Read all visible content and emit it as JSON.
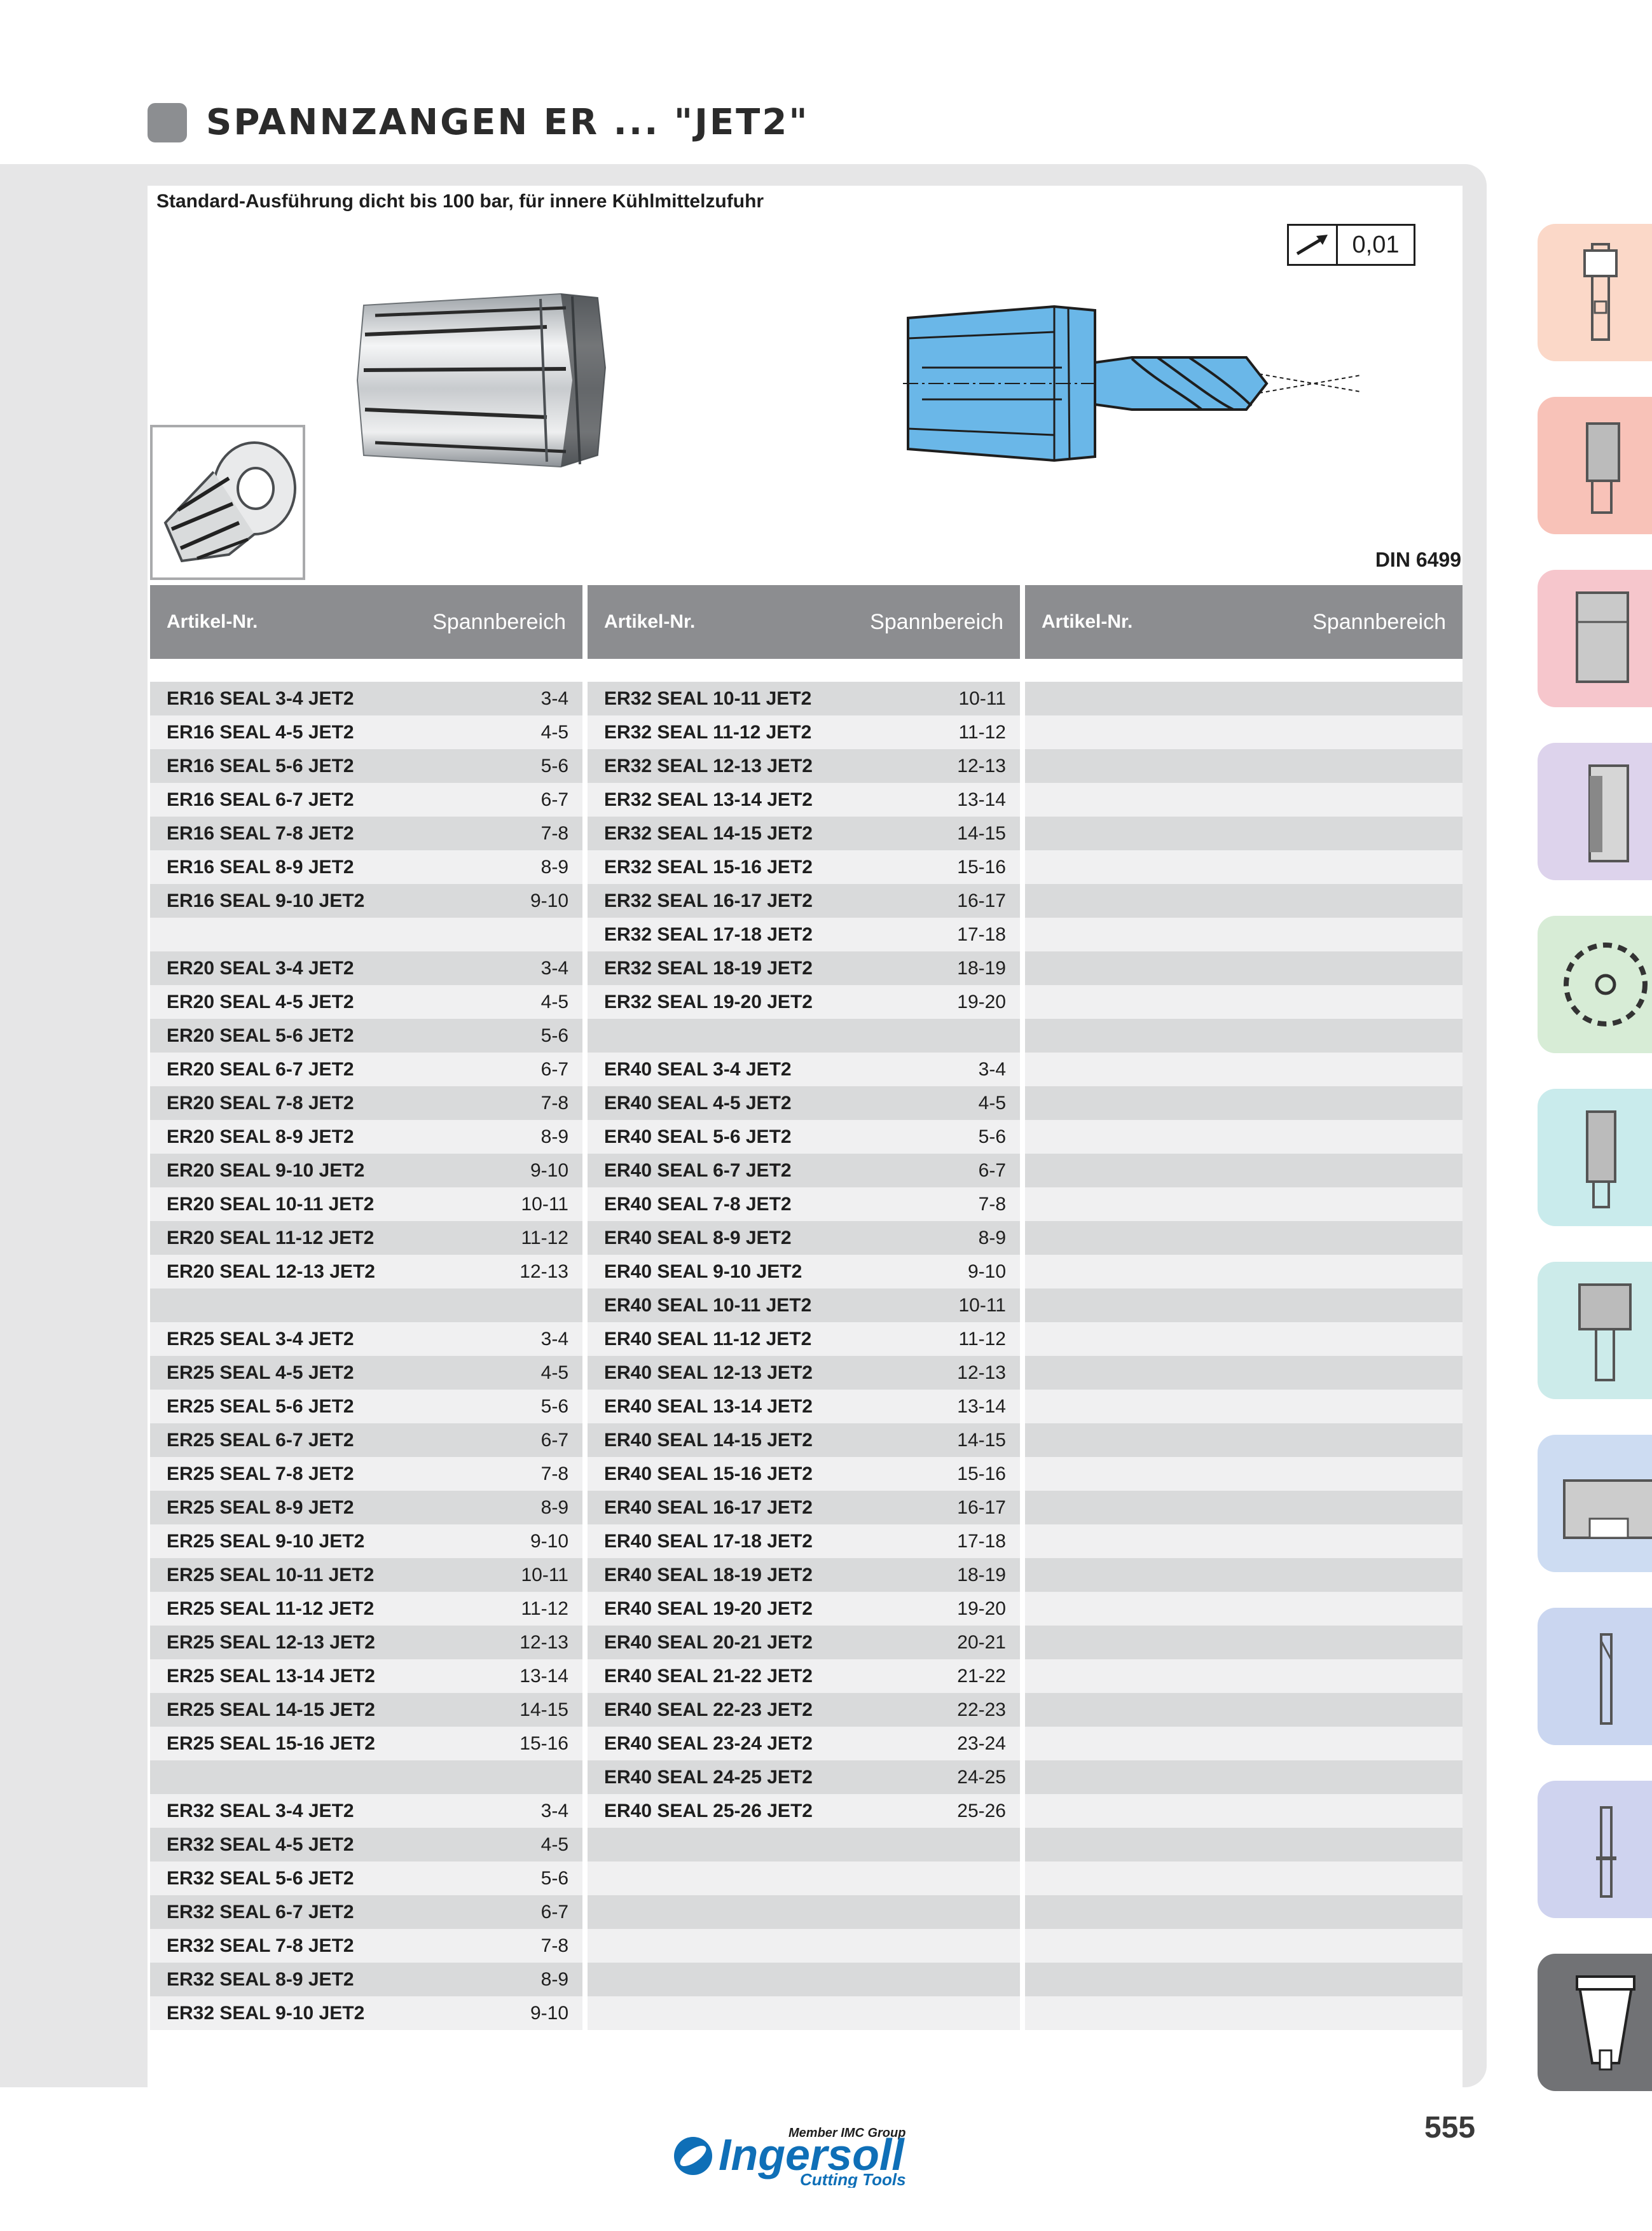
{
  "header": {
    "title": "SPANNZANGEN ER ... \"JET2\""
  },
  "intro": {
    "subtitle": "Standard-Ausführung dicht bis 100 bar, für innere Kühlmittelzufuhr",
    "tolerance_value": "0,01",
    "standard": "DIN 6499"
  },
  "table": {
    "headers": [
      {
        "article": "Artikel-Nr.",
        "range": "Spannbereich"
      },
      {
        "article": "Artikel-Nr.",
        "range": "Spannbereich"
      },
      {
        "article": "Artikel-Nr.",
        "range": "Spannbereich"
      }
    ],
    "columns": [
      [
        [
          "ER16 SEAL 3-4 JET2",
          "3-4"
        ],
        [
          "ER16 SEAL 4-5 JET2",
          "4-5"
        ],
        [
          "ER16 SEAL 5-6 JET2",
          "5-6"
        ],
        [
          "ER16 SEAL 6-7 JET2",
          "6-7"
        ],
        [
          "ER16 SEAL 7-8 JET2",
          "7-8"
        ],
        [
          "ER16 SEAL 8-9 JET2",
          "8-9"
        ],
        [
          "ER16 SEAL 9-10 JET2",
          "9-10"
        ],
        [
          "",
          ""
        ],
        [
          "ER20 SEAL 3-4 JET2",
          "3-4"
        ],
        [
          "ER20 SEAL 4-5 JET2",
          "4-5"
        ],
        [
          "ER20 SEAL 5-6 JET2",
          "5-6"
        ],
        [
          "ER20 SEAL 6-7 JET2",
          "6-7"
        ],
        [
          "ER20 SEAL 7-8 JET2",
          "7-8"
        ],
        [
          "ER20 SEAL 8-9 JET2",
          "8-9"
        ],
        [
          "ER20 SEAL 9-10 JET2",
          "9-10"
        ],
        [
          "ER20 SEAL 10-11 JET2",
          "10-11"
        ],
        [
          "ER20 SEAL 11-12 JET2",
          "11-12"
        ],
        [
          "ER20 SEAL 12-13 JET2",
          "12-13"
        ],
        [
          "",
          ""
        ],
        [
          "ER25 SEAL 3-4 JET2",
          "3-4"
        ],
        [
          "ER25 SEAL 4-5 JET2",
          "4-5"
        ],
        [
          "ER25 SEAL 5-6 JET2",
          "5-6"
        ],
        [
          "ER25 SEAL 6-7 JET2",
          "6-7"
        ],
        [
          "ER25 SEAL 7-8 JET2",
          "7-8"
        ],
        [
          "ER25 SEAL 8-9 JET2",
          "8-9"
        ],
        [
          "ER25 SEAL 9-10 JET2",
          "9-10"
        ],
        [
          "ER25 SEAL 10-11 JET2",
          "10-11"
        ],
        [
          "ER25 SEAL 11-12 JET2",
          "11-12"
        ],
        [
          "ER25 SEAL 12-13 JET2",
          "12-13"
        ],
        [
          "ER25 SEAL 13-14 JET2",
          "13-14"
        ],
        [
          "ER25 SEAL 14-15 JET2",
          "14-15"
        ],
        [
          "ER25 SEAL 15-16 JET2",
          "15-16"
        ],
        [
          "",
          ""
        ],
        [
          "ER32 SEAL 3-4 JET2",
          "3-4"
        ],
        [
          "ER32 SEAL 4-5 JET2",
          "4-5"
        ],
        [
          "ER32 SEAL 5-6 JET2",
          "5-6"
        ],
        [
          "ER32 SEAL 6-7 JET2",
          "6-7"
        ],
        [
          "ER32 SEAL 7-8 JET2",
          "7-8"
        ],
        [
          "ER32 SEAL 8-9 JET2",
          "8-9"
        ],
        [
          "ER32 SEAL 9-10 JET2",
          "9-10"
        ]
      ],
      [
        [
          "ER32 SEAL 10-11 JET2",
          "10-11"
        ],
        [
          "ER32 SEAL 11-12 JET2",
          "11-12"
        ],
        [
          "ER32 SEAL 12-13 JET2",
          "12-13"
        ],
        [
          "ER32 SEAL 13-14 JET2",
          "13-14"
        ],
        [
          "ER32 SEAL 14-15 JET2",
          "14-15"
        ],
        [
          "ER32 SEAL 15-16 JET2",
          "15-16"
        ],
        [
          "ER32 SEAL 16-17 JET2",
          "16-17"
        ],
        [
          "ER32 SEAL 17-18 JET2",
          "17-18"
        ],
        [
          "ER32 SEAL 18-19 JET2",
          "18-19"
        ],
        [
          "ER32 SEAL 19-20 JET2",
          "19-20"
        ],
        [
          "",
          ""
        ],
        [
          "ER40 SEAL 3-4 JET2",
          "3-4"
        ],
        [
          "ER40 SEAL 4-5 JET2",
          "4-5"
        ],
        [
          "ER40 SEAL 5-6 JET2",
          "5-6"
        ],
        [
          "ER40 SEAL 6-7 JET2",
          "6-7"
        ],
        [
          "ER40 SEAL 7-8 JET2",
          "7-8"
        ],
        [
          "ER40 SEAL 8-9 JET2",
          "8-9"
        ],
        [
          "ER40 SEAL 9-10 JET2",
          "9-10"
        ],
        [
          "ER40 SEAL 10-11 JET2",
          "10-11"
        ],
        [
          "ER40 SEAL 11-12 JET2",
          "11-12"
        ],
        [
          "ER40 SEAL 12-13 JET2",
          "12-13"
        ],
        [
          "ER40 SEAL 13-14 JET2",
          "13-14"
        ],
        [
          "ER40 SEAL 14-15 JET2",
          "14-15"
        ],
        [
          "ER40 SEAL 15-16 JET2",
          "15-16"
        ],
        [
          "ER40 SEAL 16-17 JET2",
          "16-17"
        ],
        [
          "ER40 SEAL 17-18 JET2",
          "17-18"
        ],
        [
          "ER40 SEAL 18-19 JET2",
          "18-19"
        ],
        [
          "ER40 SEAL 19-20 JET2",
          "19-20"
        ],
        [
          "ER40 SEAL 20-21 JET2",
          "20-21"
        ],
        [
          "ER40 SEAL 21-22 JET2",
          "21-22"
        ],
        [
          "ER40 SEAL 22-23 JET2",
          "22-23"
        ],
        [
          "ER40 SEAL 23-24 JET2",
          "23-24"
        ],
        [
          "ER40 SEAL 24-25 JET2",
          "24-25"
        ],
        [
          "ER40 SEAL 25-26 JET2",
          "25-26"
        ],
        [
          "",
          ""
        ],
        [
          "",
          ""
        ],
        [
          "",
          ""
        ],
        [
          "",
          ""
        ],
        [
          "",
          ""
        ],
        [
          "",
          ""
        ]
      ],
      [
        [
          "",
          ""
        ],
        [
          "",
          ""
        ],
        [
          "",
          ""
        ],
        [
          "",
          ""
        ],
        [
          "",
          ""
        ],
        [
          "",
          ""
        ],
        [
          "",
          ""
        ],
        [
          "",
          ""
        ],
        [
          "",
          ""
        ],
        [
          "",
          ""
        ],
        [
          "",
          ""
        ],
        [
          "",
          ""
        ],
        [
          "",
          ""
        ],
        [
          "",
          ""
        ],
        [
          "",
          ""
        ],
        [
          "",
          ""
        ],
        [
          "",
          ""
        ],
        [
          "",
          ""
        ],
        [
          "",
          ""
        ],
        [
          "",
          ""
        ],
        [
          "",
          ""
        ],
        [
          "",
          ""
        ],
        [
          "",
          ""
        ],
        [
          "",
          ""
        ],
        [
          "",
          ""
        ],
        [
          "",
          ""
        ],
        [
          "",
          ""
        ],
        [
          "",
          ""
        ],
        [
          "",
          ""
        ],
        [
          "",
          ""
        ],
        [
          "",
          ""
        ],
        [
          "",
          ""
        ],
        [
          "",
          ""
        ],
        [
          "",
          ""
        ],
        [
          "",
          ""
        ],
        [
          "",
          ""
        ],
        [
          "",
          ""
        ],
        [
          "",
          ""
        ],
        [
          "",
          ""
        ],
        [
          "",
          ""
        ]
      ]
    ]
  },
  "side_tabs": [
    {
      "icon": "shrink-holder-icon",
      "color": "#fbd8c8"
    },
    {
      "icon": "face-mill-holder-icon",
      "color": "#f8c2b8"
    },
    {
      "icon": "indexable-mill-icon",
      "color": "#f6c6cc"
    },
    {
      "icon": "shell-mill-icon",
      "color": "#ddd3ec"
    },
    {
      "icon": "saw-blade-icon",
      "color": "#d7ecd6"
    },
    {
      "icon": "boring-bar-icon",
      "color": "#c9ebec"
    },
    {
      "icon": "drill-head-icon",
      "color": "#ccebea"
    },
    {
      "icon": "face-mill-icon",
      "color": "#cddcf2"
    },
    {
      "icon": "solid-end-mill-icon",
      "color": "#cad6f0"
    },
    {
      "icon": "drill-icon",
      "color": "#cfd3ef"
    },
    {
      "icon": "tool-holder-icon",
      "color": "#717275"
    }
  ],
  "footer": {
    "page_number": "555",
    "logo_tagline": "Member IMC Group",
    "logo_name": "Ingersoll",
    "logo_sub": "Cutting Tools"
  }
}
